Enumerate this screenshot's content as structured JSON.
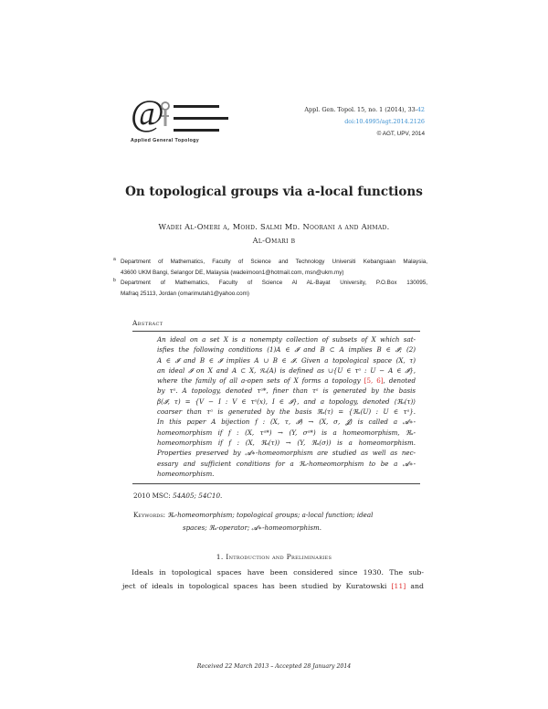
{
  "logo": {
    "symbol": "@",
    "text": "Applied General Topology"
  },
  "header": {
    "citation": "Appl. Gen. Topol. 15, no. 1 (2014), 33-",
    "last_page": "42",
    "doi": "doi:10.4995/agt.2014.2126",
    "copyright": "© AGT, UPV, 2014"
  },
  "title": "On topological groups via a-local functions",
  "authors": {
    "line1": "Wadei Al-Omeri a, Mohd. Salmi Md. Noorani a and Ahmad.",
    "line2": "Al-Omari b"
  },
  "affiliations": [
    {
      "mark": "a",
      "lines": [
        "Department of Mathematics, Faculty of Science and Technology Universiti Kebangsaan Malaysia,",
        "43600 UKM Bangi, Selangor DE, Malaysia (wadeimoon1@hotmail.com, msn@ukm.my)"
      ]
    },
    {
      "mark": "b",
      "lines": [
        "Department of Mathematics, Faculty of Science Al AL-Bayat University, P.O.Box 130095,",
        "Mafraq 25113, Jordan (omarimutah1@yahoo.com)"
      ]
    }
  ],
  "abstract": {
    "heading": "Abstract",
    "lines": [
      "An ideal on a set X is a nonempty collection of subsets of X which sat-",
      "isfies the following conditions (1)A ∈ 𝓘 and B ⊂ A implies B ∈ 𝓘; (2)",
      "A ∈ 𝓘 and B ∈ 𝓘 implies A ∪ B ∈ 𝓘. Given a topological space (X, τ)",
      "an ideal 𝓘 on X and A ⊂ X, ℜₐ(A) is defined as ∪{U ∈ τᵃ : U − A ∈ 𝓘},",
      "where the family of all a-open sets of X forms a topology [5, 6], denoted",
      "by τᵃ. A topology, denoted τᵃ*, finer than τᵃ is generated by the basis",
      "β(𝓘, τ) = {V − I : V ∈ τᵃ(x), I ∈ 𝓘}, and a topology, denoted ⟨ℜₐ(τ)⟩",
      "coarser than τᵃ is generated by the basis ℜₐ(τ) = {ℜₐ(U) : U ∈ τᵃ}.",
      "In this paper A bijection f : (X, τ, 𝓘) → (X, σ, 𝓙) is called a 𝓐∗-",
      "homeomorphism if f : (X, τᵃ*) → (Y, σᵃ*) is a homeomorphism, ℜₐ-",
      "homeomorphism if f : (X, ℜₐ(τ)) → (Y, ℜₐ(σ)) is a homeomorphism.",
      "Properties preserved by 𝓐∗-homeomorphism are studied as well as nec-",
      "essary and sufficient conditions for a ℜₐ-homeomorphism to be a 𝓐∗-",
      "homeomorphism."
    ]
  },
  "msc": {
    "label": "2010 MSC:",
    "value": "54A05; 54C10."
  },
  "keywords": {
    "label": "Keywords:",
    "line1": "ℜₐ-homeomorphism; topological groups; a-local function; ideal",
    "line2": "spaces; ℜₐ-operator; 𝓐∗-homeomorphism."
  },
  "section": {
    "title": "1. Introduction and Preliminaries"
  },
  "body": {
    "line1": "Ideals in topological spaces have been considered since 1930.  The sub-",
    "line2_pre": "ject of ideals in topological spaces has been studied by Kuratowski ",
    "line2_ref": "[11]",
    "line2_post": " and"
  },
  "footer": "Received 22 March 2013 – Accepted 28 January 2014",
  "colors": {
    "link_blue": "#3a8fd0",
    "citation_red": "#e03030"
  }
}
